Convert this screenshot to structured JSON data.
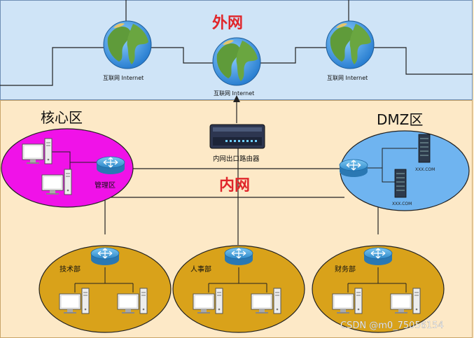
{
  "zones": {
    "outer_title": "外网",
    "inner_title": "内网",
    "core_title": "核心区",
    "dmz_title": "DMZ区"
  },
  "nodes": {
    "internet_left": "互联网 Internet",
    "internet_center": "互联网 Internet",
    "internet_right": "互联网 Internet",
    "router_edge": "内网出口路由器",
    "core_label": "管理区",
    "dmz_server_1": "XXX.COM",
    "dmz_server_2": "XXX.COM",
    "dept_tech": "技术部",
    "dept_hr": "人事部",
    "dept_finance": "财务部"
  },
  "watermark": "CSDN @m0_75056154",
  "colors": {
    "outer_bg": "#cfe4f7",
    "inner_bg": "#fde9c7",
    "title_red": "#e0262b",
    "core_fill": "#f012e8",
    "dmz_fill": "#6fb4f0",
    "dept_fill": "#d9a21a"
  }
}
